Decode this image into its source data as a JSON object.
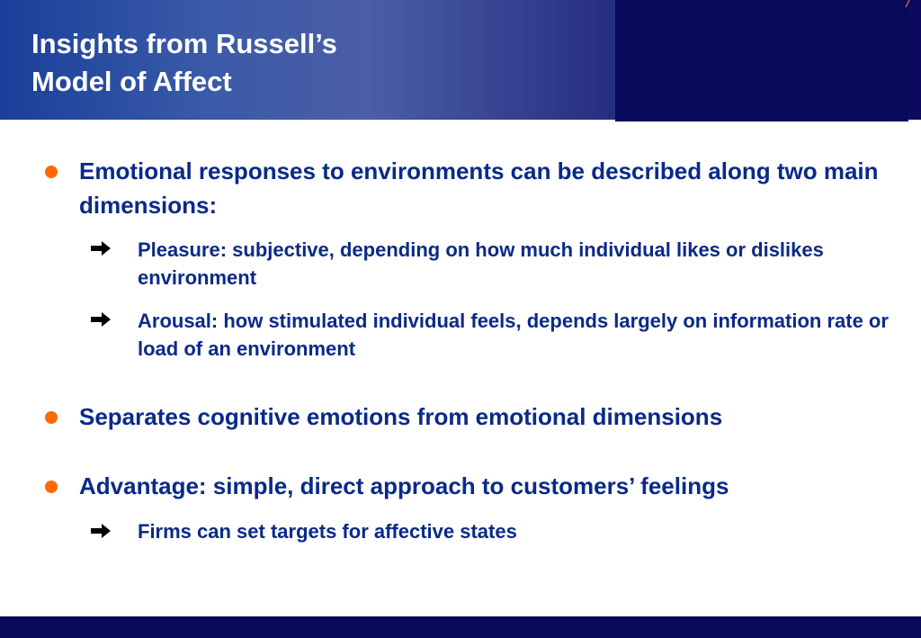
{
  "slide": {
    "title_line1": "Insights from Russell’s",
    "title_line2": "Model of Affect"
  },
  "bullets": [
    {
      "text": "Emotional responses to environments can be described along two main dimensions:",
      "subs": [
        "Pleasure: subjective, depending on how much individual likes or dislikes environment",
        "Arousal: how stimulated individual feels, depends largely on information rate or load of an environment"
      ]
    },
    {
      "text": "Separates cognitive emotions from emotional dimensions",
      "subs": []
    },
    {
      "text": "Advantage: simple, direct approach to customers’ feelings",
      "subs": [
        "Firms can set targets for affective states"
      ]
    }
  ],
  "colors": {
    "header_blue": "#1a3f9a",
    "header_navy": "#0a0a5c",
    "text_blue": "#0a2a88",
    "bullet_orange": "#ff6a00"
  },
  "icons": {
    "bullet": "orange-dot-icon",
    "sub_bullet": "right-arrow-icon"
  }
}
